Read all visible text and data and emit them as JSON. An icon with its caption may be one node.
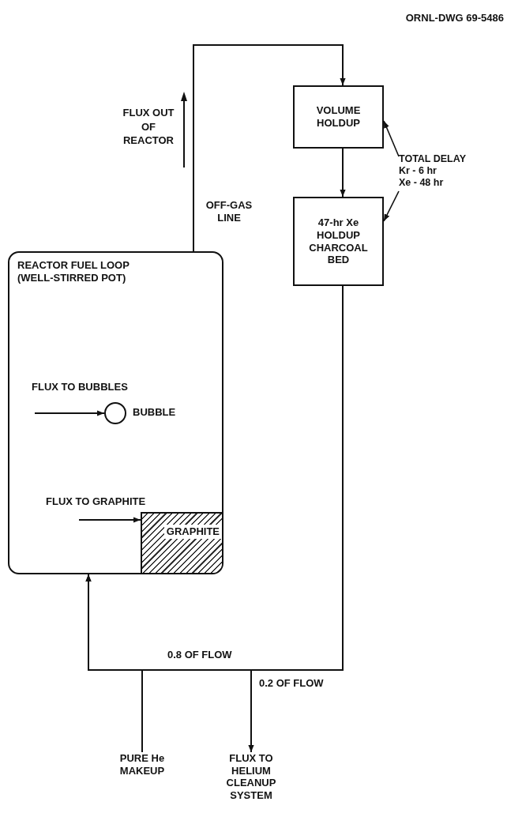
{
  "diagram": {
    "nodes": [
      {
        "text": [
          "VOLUME HOLDUP"
        ]
      },
      {
        "text": [
          "TOTAL DELAY",
          "Kr - 6 hr",
          "Xe - 48 hr"
        ]
      },
      {
        "text": [
          "47-hr Xe HOLDUP CHARCOAL BED"
        ]
      },
      {
        "text": [
          "REACTOR FUEL LOOP (WELL-STIRRED POT)"
        ]
      },
      {
        "text": [],
        "shape": "circle",
        "in": 3,
        "beside": [
          "BUBBLE"
        ]
      },
      {
        "text": [
          "GRAPHITE"
        ],
        "in": 3
      },
      {
        "text": [
          "PURE He MAKEUP"
        ]
      },
      {
        "text": [
          "FLUX TO HELIUM CLEANUP SYSTEM"
        ]
      }
    ],
    "edges": [
      {
        "from": 3,
        "to": 0,
        "arrow": "to",
        "label": "OFF-GAS LINE"
      },
      {
        "from": 0,
        "to": 2,
        "arrow": "to"
      },
      {
        "from": 1,
        "to": 0,
        "arrow": "to"
      },
      {
        "from": 1,
        "to": 2,
        "arrow": "to"
      },
      {
        "from": 2,
        "to": 3,
        "arrow": "to",
        "label": "0.8 OF FLOW"
      },
      {
        "from": 2,
        "to": 7,
        "arrow": "to",
        "label": "0.2 OF FLOW"
      },
      {
        "from": 6,
        "to": 3,
        "arrow": "to"
      },
      {
        "from": null,
        "to": 4,
        "arrow": "to",
        "label": "FLUX TO BUBBLES"
      },
      {
        "from": null,
        "to": 5,
        "arrow": "to",
        "label": "FLUX TO GRAPHITE"
      }
    ],
    "labels": [
      "ORNL-DWG 69-5486",
      "FLUX OUT OF REACTOR"
    ]
  }
}
